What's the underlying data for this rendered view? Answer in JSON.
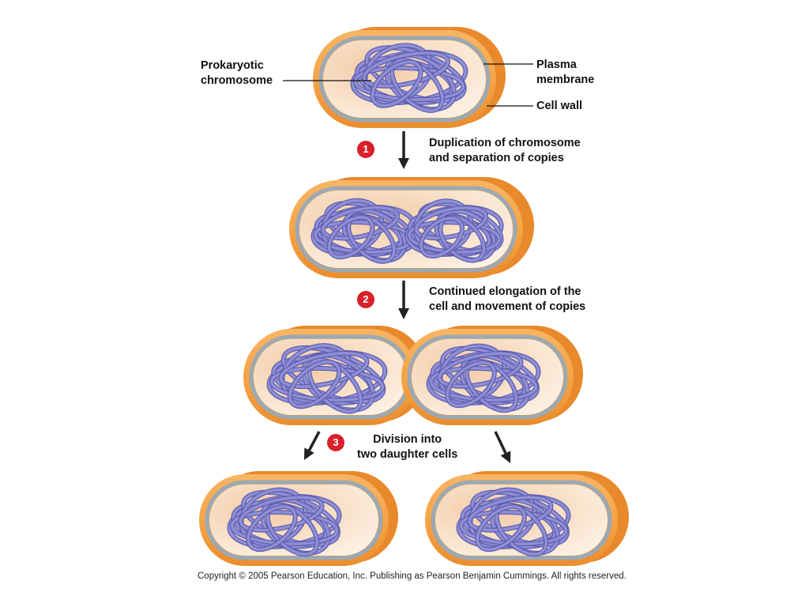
{
  "labels": {
    "chromosome": [
      "Prokaryotic",
      "chromosome"
    ],
    "plasma_membrane": [
      "Plasma",
      "membrane"
    ],
    "cell_wall": "Cell wall"
  },
  "steps": [
    {
      "number": "1",
      "text": [
        "Duplication of chromosome",
        "and separation of copies"
      ]
    },
    {
      "number": "2",
      "text": [
        "Continued elongation of the",
        "cell and movement of copies"
      ]
    },
    {
      "number": "3",
      "text": [
        "Division into",
        "two daughter cells"
      ]
    }
  ],
  "copyright": "Copyright © 2005 Pearson Education, Inc. Publishing as Pearson Benjamin Cummings. All rights reserved.",
  "colors": {
    "cell_wall": "#f5a447",
    "cell_wall_dark": "#e8892b",
    "membrane": "#9aa9b5",
    "cytoplasm": "#fbe8d4",
    "chromosome": "#8f8fd6",
    "chromosome_dark": "#5f5fb0",
    "badge": "#d8202a",
    "arrow": "#222222"
  }
}
